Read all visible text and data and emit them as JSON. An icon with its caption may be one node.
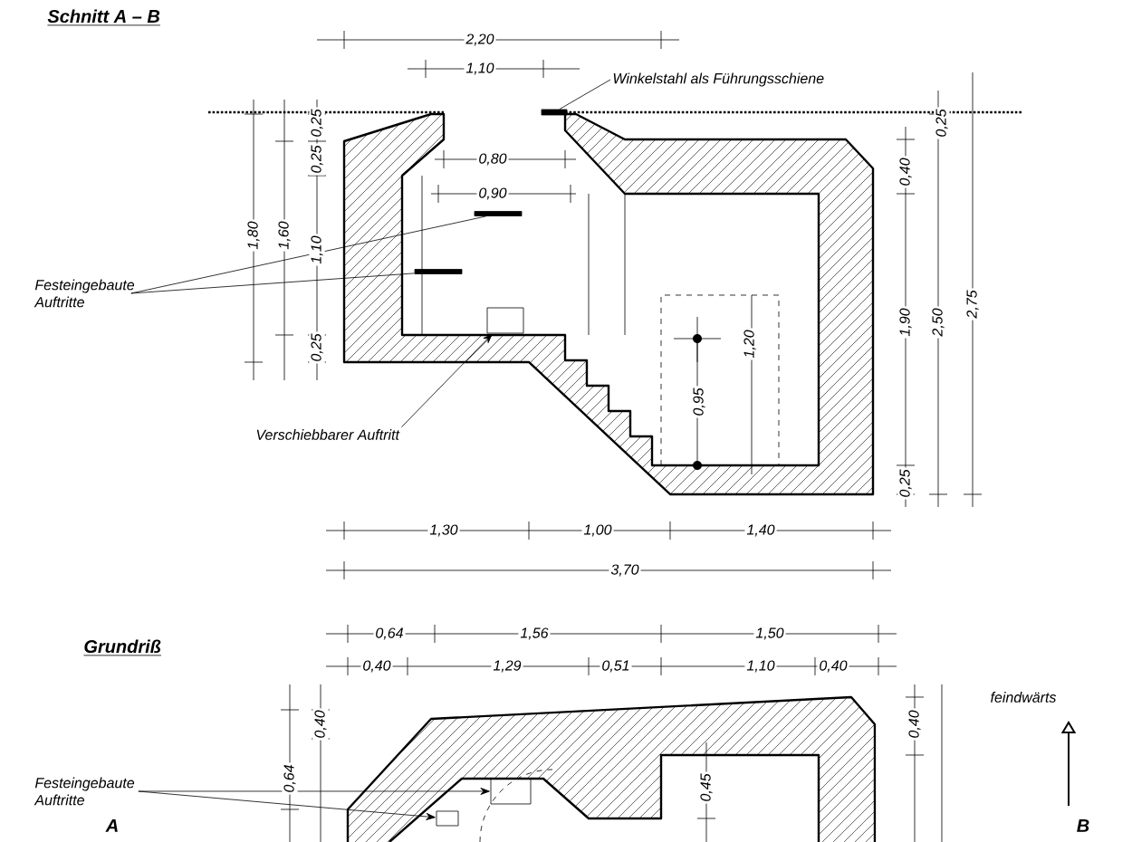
{
  "diagram": {
    "nodes": [
      {
        "text": [
          "Winkelstahl als Führungsschiene"
        ]
      },
      {
        "text": [],
        "shape": "bar"
      },
      {
        "text": [
          "Festeingebaute Auftritte"
        ]
      },
      {
        "text": [],
        "shape": "bar"
      },
      {
        "text": [],
        "shape": "bar"
      },
      {
        "text": [
          "Verschiebbarer Auftritt"
        ]
      },
      {
        "text": [],
        "shape": "box"
      },
      {
        "text": [
          "Festeingebaute Auftritte"
        ]
      },
      {
        "text": [],
        "shape": "box"
      },
      {
        "text": [],
        "shape": "box"
      }
    ],
    "edges": [
      {
        "from": 0,
        "to": 1,
        "arrow": "none"
      },
      {
        "from": 2,
        "to": 3,
        "arrow": "none"
      },
      {
        "from": 2,
        "to": 4,
        "arrow": "none"
      },
      {
        "from": 5,
        "to": 6,
        "arrow": "to"
      },
      {
        "from": 7,
        "to": 8,
        "arrow": "to"
      },
      {
        "from": 7,
        "to": 9,
        "arrow": "to"
      }
    ],
    "labels": [
      "Schnitt A – B",
      "2,20",
      "1,10",
      "0,25",
      "0,25",
      "0,25",
      "0,80",
      "0,90",
      "1,80",
      "1,60",
      "1,10",
      "0,40",
      "1,90",
      "2,50",
      "2,75",
      "0,25",
      "1,20",
      "0,95",
      "0,25",
      "1,30",
      "1,00",
      "1,40",
      "3,70",
      "Grundriß",
      "0,64",
      "1,56",
      "1,50",
      "0,40",
      "1,29",
      "0,51",
      "1,10",
      "0,40",
      "0,64",
      "0,40",
      "0,45",
      "0,40",
      "feindwärts",
      "A",
      "B"
    ]
  }
}
